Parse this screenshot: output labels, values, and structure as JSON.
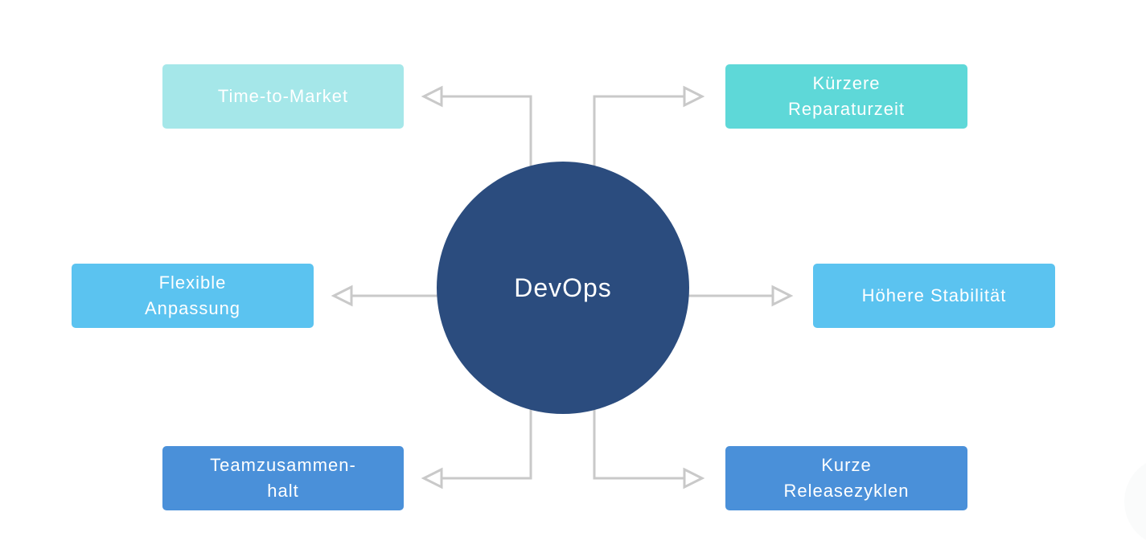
{
  "diagram": {
    "background": "#ffffff",
    "connector_color": "#c9c9c9",
    "center_node": {
      "label": "DevOps",
      "shape": "circle",
      "fill": "#2b4c7e",
      "text_color": "#ffffff"
    },
    "nodes": [
      {
        "id": "time-to-market",
        "label": "Time-to-Market",
        "fill": "#a5e7e9",
        "text_color": "#ffffff",
        "position": "top-left"
      },
      {
        "id": "kuerzere-reparaturzeit",
        "label": "Kürzere\nReparaturzeit",
        "fill": "#5ed8d8",
        "text_color": "#ffffff",
        "position": "top-right"
      },
      {
        "id": "flexible-anpassung",
        "label": "Flexible\nAnpassung",
        "fill": "#5bc3f0",
        "text_color": "#ffffff",
        "position": "middle-left"
      },
      {
        "id": "hoehere-stabilitaet",
        "label": "Höhere Stabilität",
        "fill": "#5bc3f0",
        "text_color": "#ffffff",
        "position": "middle-right"
      },
      {
        "id": "teamzusammenhalt",
        "label": "Teamzusammen-\nhalt",
        "fill": "#4a90d9",
        "text_color": "#ffffff",
        "position": "bottom-left"
      },
      {
        "id": "kurze-releasezyklen",
        "label": "Kurze\nReleasezyklen",
        "fill": "#4a90d9",
        "text_color": "#ffffff",
        "position": "bottom-right"
      }
    ]
  }
}
